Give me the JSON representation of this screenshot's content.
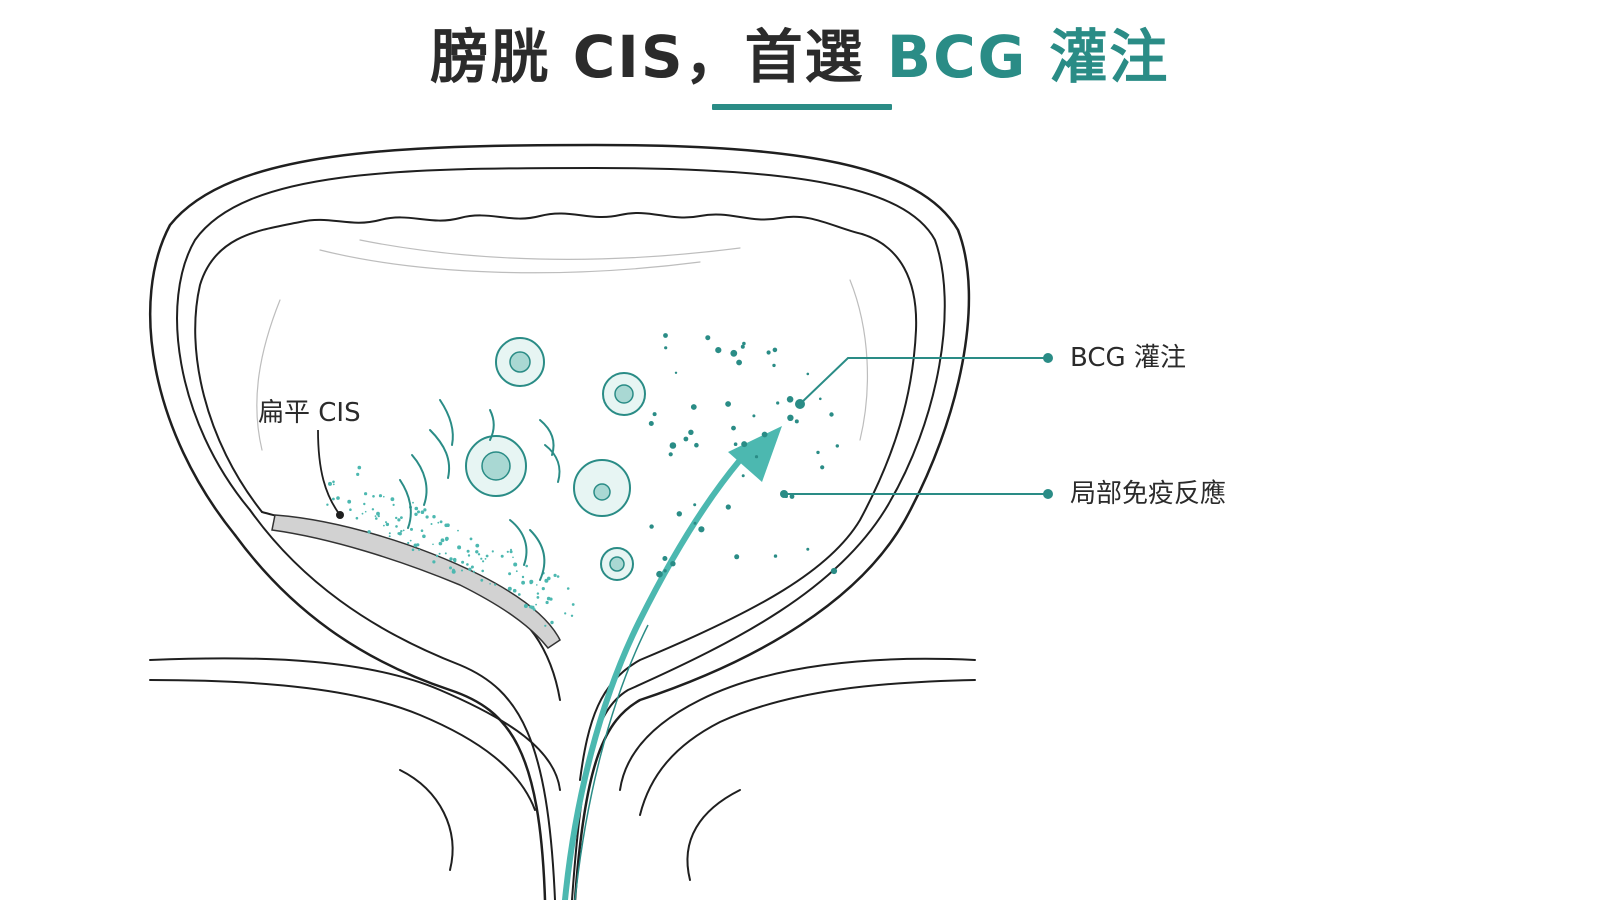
{
  "title": {
    "main": "膀胱 CIS，首選 ",
    "highlight": "BCG 灌注"
  },
  "labels": {
    "cis": "扁平 CIS",
    "bcg": "BCG 灌注",
    "immune": "局部免疫反應"
  },
  "colors": {
    "accent": "#2a8c86",
    "accent_light": "#4cb8b0",
    "line": "#1f1f1f",
    "text": "#2b2b2b"
  }
}
